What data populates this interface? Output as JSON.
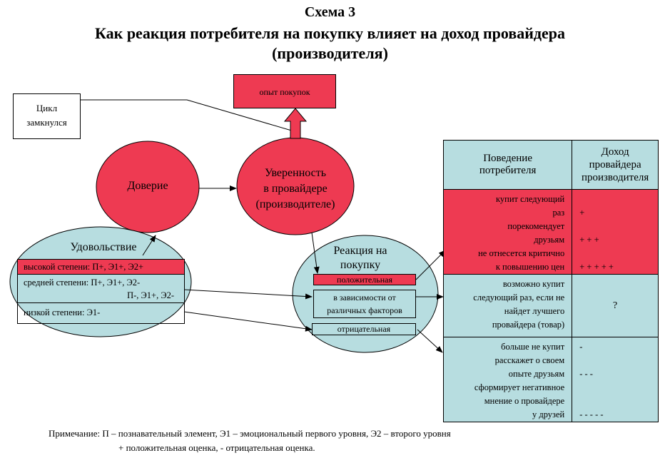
{
  "title": {
    "line1": "Схема 3",
    "line2": "Как реакция потребителя на покупку влияет на доход провайдера",
    "line3": "(производителя)"
  },
  "cycle_box": {
    "line1": "Цикл",
    "line2": "замкнулся"
  },
  "experience_box": {
    "label": "опыт покупок"
  },
  "trust": {
    "label": "Доверие"
  },
  "confidence": {
    "line1": "Уверенность",
    "line2": "в провайдере",
    "line3": "(производителе)"
  },
  "satisfaction": {
    "title": "Удовольствие",
    "high": "высокой степени: П+, Э1+, Э2+",
    "medium_line1": "средней степени: П+, Э1+, Э2-",
    "medium_line2": "П-, Э1+, Э2-",
    "low": "низкой степени:   Э1-"
  },
  "reaction": {
    "line1": "Реакция на",
    "line2": "покупку",
    "positive": "положительная",
    "depends_line1": "в зависимости от",
    "depends_line2": "различных факторов",
    "negative": "отрицательная"
  },
  "table": {
    "header_behavior_line1": "Поведение",
    "header_behavior_line2": "потребителя",
    "header_income_line1": "Доход",
    "header_income_line2": "провайдера",
    "header_income_line3": "производителя",
    "positive": {
      "lines": [
        "купит следующий",
        "раз",
        "порекомендует",
        "друзьям",
        "не отнесется критично",
        "к повышению цен"
      ],
      "values": [
        "+",
        "+ + +",
        "+ + + + +"
      ]
    },
    "conditional": {
      "lines": [
        "возможно купит",
        "следующий раз, если не",
        "найдет лучшего",
        "провайдера (товар)"
      ],
      "value": "?"
    },
    "negative": {
      "lines": [
        "больше не купит",
        "расскажет о своем",
        "опыте друзьям",
        "сформирует негативное",
        "мнение о провайдере",
        "у  друзей"
      ],
      "values": [
        "-",
        "- - -",
        "- - - - -"
      ]
    }
  },
  "note": {
    "line1": "Примечание: П – познавательный элемент, Э1 – эмоциональный первого уровня, Э2 – второго уровня",
    "line2": "+ положительная оценка, - отрицательная оценка."
  },
  "colors": {
    "red": "#ee3a52",
    "light_blue": "#b7dde0"
  }
}
